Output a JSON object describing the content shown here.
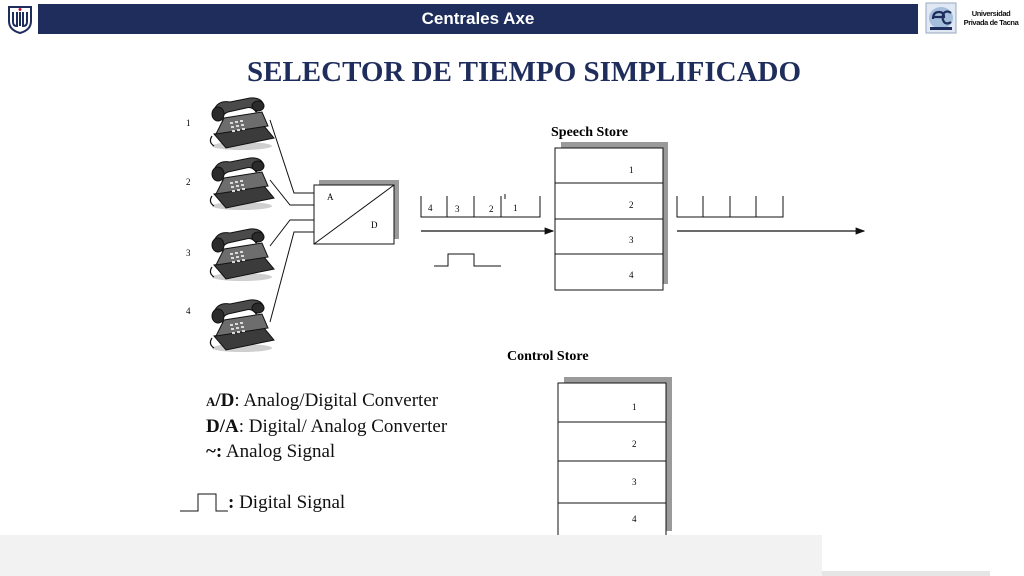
{
  "header": {
    "title": "Centrales Axe",
    "university_line1": "Universidad",
    "university_line2": "Privada de Tacna",
    "bar_color": "#1f2d5c"
  },
  "slide": {
    "title": "SELECTOR DE TIEMPO SIMPLIFICADO",
    "title_color": "#1f2d5c"
  },
  "phones": [
    {
      "label": "1",
      "icon": "telephone-icon"
    },
    {
      "label": "2",
      "icon": "telephone-icon"
    },
    {
      "label": "3",
      "icon": "telephone-icon"
    },
    {
      "label": "4",
      "icon": "telephone-icon"
    }
  ],
  "converter": {
    "label_a": "A",
    "label_d": "D"
  },
  "input_slots": [
    "4",
    "3",
    "2",
    "1"
  ],
  "speech_store": {
    "title": "Speech Store",
    "cells": [
      "1",
      "2",
      "3",
      "4"
    ]
  },
  "control_store": {
    "title": "Control Store",
    "cells": [
      "1",
      "2",
      "3",
      "4"
    ]
  },
  "legend": {
    "ad_a": "A",
    "ad_rest": "/D",
    "ad_desc": ": Analog/Digital Converter",
    "da_term": "D/A",
    "da_desc": ": Digital/ Analog Converter",
    "analog_term": "~:",
    "analog_desc": " Analog Signal",
    "digital_term": ":",
    "digital_desc": " Digital Signal"
  }
}
